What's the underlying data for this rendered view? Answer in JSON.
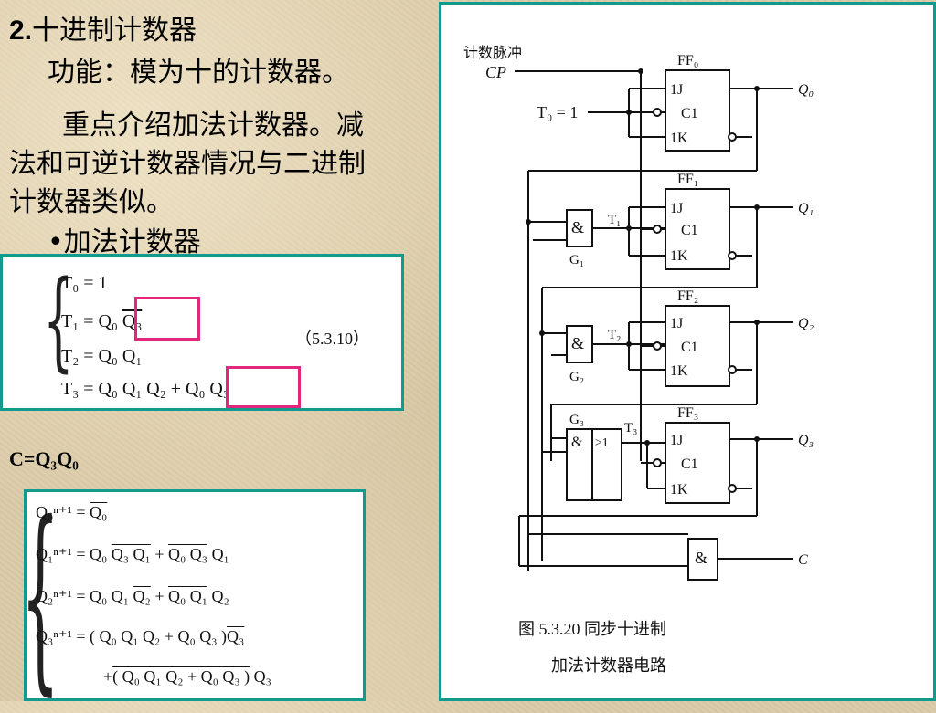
{
  "heading": {
    "number": "2.",
    "title": "十进制计数器"
  },
  "function_line": "功能：模为十的计数器。",
  "body_lines": [
    "重点介绍加法计数器。减",
    "法和可逆计数器情况与二进制",
    "计数器类似。"
  ],
  "bullet": "•加法计数器",
  "eq_group1": {
    "t0": "T₀ = 1",
    "t1a": "T₁ = Q₀",
    "t1b": "Q₃",
    "t2": "T₂ = Q₀ Q₁",
    "t3a": "T₃ = Q₀ Q₁ Q₂ +",
    "t3b": "Q₀ Q₃",
    "ref": "（5.3.10）"
  },
  "carry": {
    "text": "C=Q₃Q₀"
  },
  "eq_group2": {
    "l0": "Q₀ⁿ⁺¹ = ",
    "l0b": "Q₀",
    "l1": "Q₁ⁿ⁺¹ = Q₀",
    "l1b": "Q₃ Q₁",
    "l1c": " + ",
    "l1d": "Q₀ Q₃",
    "l1e": " Q₁",
    "l2": "Q₂ⁿ⁺¹ = Q₀ Q₁",
    "l2b": "Q₂",
    "l2c": " + ",
    "l2d": "Q₀ Q₁",
    "l2e": " Q₂",
    "l3": "Q₃ⁿ⁺¹ = ( Q₀ Q₁ Q₂ + Q₀ Q₃ )",
    "l3b": "Q₃",
    "l4": "+",
    "l4b": "( Q₀ Q₁ Q₂ + Q₀ Q₃ )",
    "l4c": " Q₃"
  },
  "circuit": {
    "input_label": "计数脉冲",
    "cp": "CP",
    "t0": "T₀ = 1",
    "ff": [
      "FF₀",
      "FF₁",
      "FF₂",
      "FF₃"
    ],
    "q": [
      "Q₀",
      "Q₁",
      "Q₂",
      "Q₃"
    ],
    "t": [
      "T₁",
      "T₂",
      "T₃"
    ],
    "g": [
      "G₁",
      "G₂",
      "G₃"
    ],
    "pins": {
      "j": "1J",
      "c": "C1",
      "k": "1K"
    },
    "and_sym": "&",
    "or_sym": "≥1",
    "c_out": "C",
    "caption1": "图 5.3.20   同步十进制",
    "caption2": "加法计数器电路"
  }
}
